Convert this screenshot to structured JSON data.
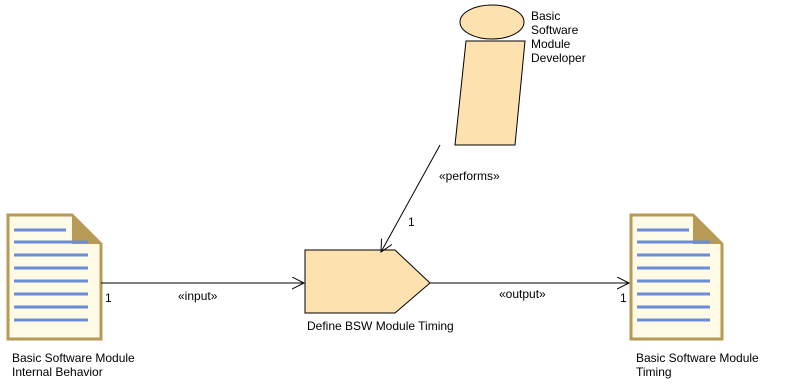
{
  "nodes": {
    "role": {
      "label_lines": [
        "Basic",
        "Software",
        "Module",
        "Developer"
      ]
    },
    "task": {
      "label": "Define BSW Module Timing"
    },
    "input_product": {
      "label_lines": [
        "Basic Software Module",
        "Internal Behavior"
      ]
    },
    "output_product": {
      "label_lines": [
        "Basic Software Module",
        "Timing"
      ]
    }
  },
  "edges": {
    "performs": {
      "stereotype": "«performs»",
      "multiplicity": "1"
    },
    "input": {
      "stereotype": "«input»",
      "multiplicity": "1"
    },
    "output": {
      "stereotype": "«output»",
      "multiplicity": "1"
    }
  },
  "colors": {
    "role_fill": "#fde1ae",
    "task_fill": "#fde1ae",
    "doc_fill": "#fffbe6",
    "doc_border": "#b69a55",
    "doc_fold": "#b69a55",
    "doc_lines": "#6b8dd6",
    "stroke": "#000000"
  }
}
